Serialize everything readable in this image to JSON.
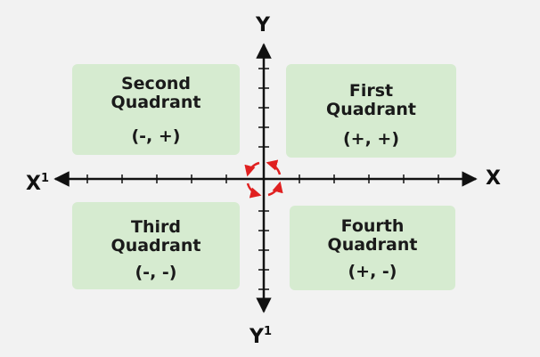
{
  "quadrants": {
    "first": {
      "line1": "First",
      "line2": "Quadrant",
      "sign": "(+, +)"
    },
    "second": {
      "line1": "Second",
      "line2": "Quadrant",
      "sign": "(-, +)"
    },
    "third": {
      "line1": "Third",
      "line2": "Quadrant",
      "sign": "(-, -)"
    },
    "fourth": {
      "line1": "Fourth",
      "line2": "Quadrant",
      "sign": "(+, -)"
    }
  },
  "axes": {
    "y_pos": "Y",
    "y_neg": "Y",
    "y_neg_sup": "1",
    "x_pos": "X",
    "x_neg": "X",
    "x_neg_sup": "1"
  },
  "colors": {
    "quadrant_fill": "#d6ebd0",
    "axis": "#111111",
    "rotation_arrows": "#e02020"
  }
}
